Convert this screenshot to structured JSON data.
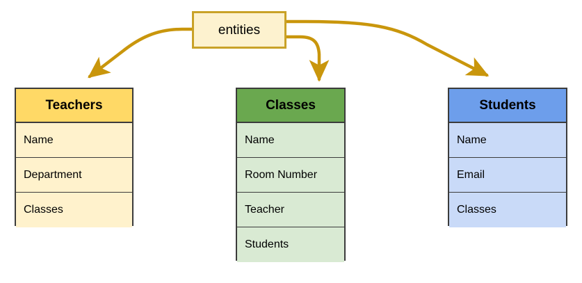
{
  "diagram": {
    "type": "entity-relationship-tree",
    "root": {
      "label": "entities",
      "fill": "#fdf2cf",
      "stroke": "#c9a227"
    },
    "connector": {
      "color": "#c9960c",
      "style": "curved-arrow",
      "count": 3
    },
    "entities": [
      {
        "id": "teachers",
        "title": "Teachers",
        "header_color": "#ffd966",
        "row_color": "#fff2cc",
        "border_color": "#3b3b3b",
        "fields": [
          "Name",
          "Department",
          "Classes"
        ]
      },
      {
        "id": "classes",
        "title": "Classes",
        "header_color": "#6aa84f",
        "row_color": "#d9ead3",
        "border_color": "#3b3b3b",
        "fields": [
          "Name",
          "Room Number",
          "Teacher",
          "Students"
        ]
      },
      {
        "id": "students",
        "title": "Students",
        "header_color": "#6d9eeb",
        "row_color": "#c9daf8",
        "border_color": "#3b3b3b",
        "fields": [
          "Name",
          "Email",
          "Classes"
        ]
      }
    ]
  }
}
